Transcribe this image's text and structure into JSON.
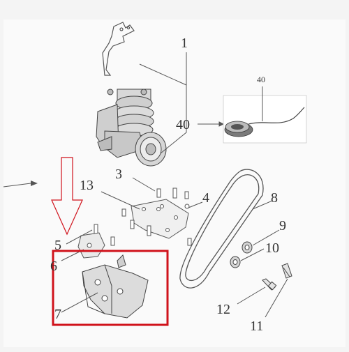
{
  "diagram": {
    "callouts": {
      "n1": "1",
      "n3": "3",
      "n4": "4",
      "n5": "5",
      "n6": "6",
      "n7": "7",
      "n8": "8",
      "n9": "9",
      "n10": "10",
      "n11": "11",
      "n12": "12",
      "n13": "13",
      "n40": "40",
      "n40_inset": "40"
    },
    "colors": {
      "background": "#f4f4f4",
      "line": "#555555",
      "highlight_box": "#d0121b",
      "inset_background": "#ffffff"
    }
  }
}
